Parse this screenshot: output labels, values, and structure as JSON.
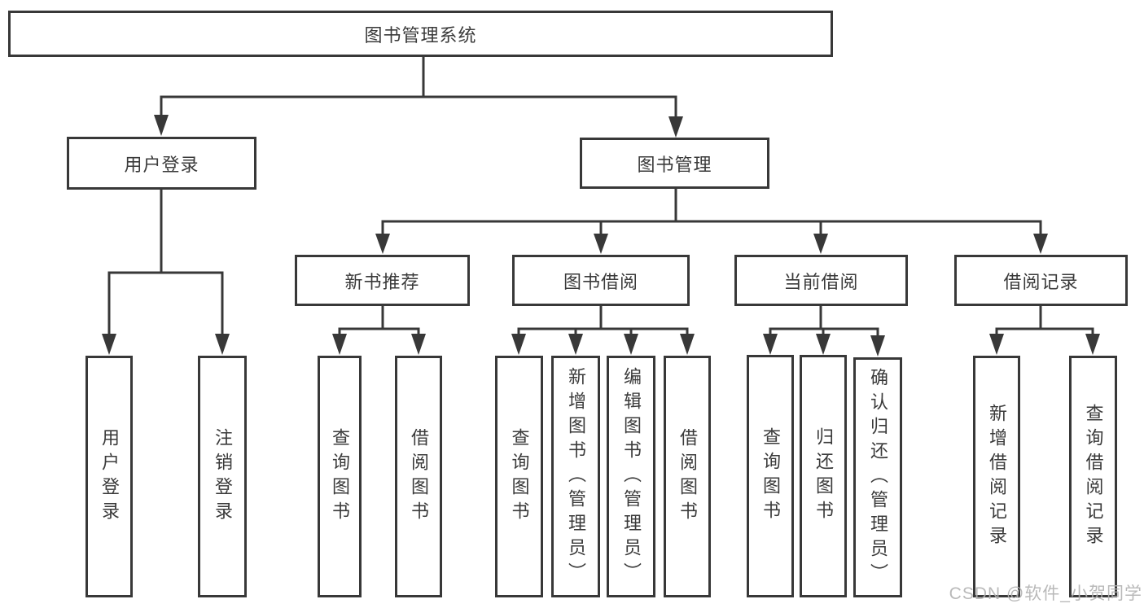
{
  "tree": {
    "root": {
      "label": "图书管理系统"
    },
    "branches": [
      {
        "label": "用户登录",
        "children": [
          {
            "label": "用户登录"
          },
          {
            "label": "注销登录"
          }
        ]
      },
      {
        "label": "图书管理",
        "children": [
          {
            "label": "新书推荐",
            "children": [
              {
                "label": "查询图书"
              },
              {
                "label": "借阅图书"
              }
            ]
          },
          {
            "label": "图书借阅",
            "children": [
              {
                "label": "查询图书"
              },
              {
                "label": "新增图书（管理员）"
              },
              {
                "label": "编辑图书（管理员）"
              },
              {
                "label": "借阅图书"
              }
            ]
          },
          {
            "label": "当前借阅",
            "children": [
              {
                "label": "查询图书"
              },
              {
                "label": "归还图书"
              },
              {
                "label": "确认归还（管理员）"
              }
            ]
          },
          {
            "label": "借阅记录",
            "children": [
              {
                "label": "新增借阅记录"
              },
              {
                "label": "查询借阅记录"
              }
            ]
          }
        ]
      }
    ]
  },
  "watermark": {
    "text": "CSDN @软件_小贺同学"
  },
  "colors": {
    "line": "#383838",
    "text": "#3a3a3a",
    "background": "#ffffff",
    "watermark": "#b2b2b2"
  }
}
